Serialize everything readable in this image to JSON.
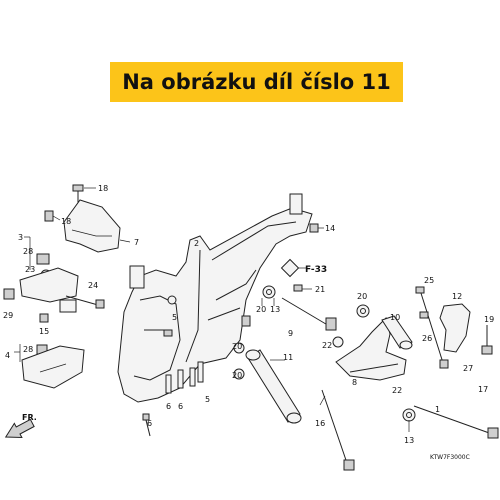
{
  "banner": {
    "text": "Na obrázku díl číslo 11",
    "bg": "#fcc419"
  },
  "callouts": [
    {
      "id": "c18a",
      "label": "18"
    },
    {
      "id": "c7",
      "label": "7"
    },
    {
      "id": "c18b",
      "label": "18"
    },
    {
      "id": "c3",
      "label": "3"
    },
    {
      "id": "c28a",
      "label": "28"
    },
    {
      "id": "c23",
      "label": "23"
    },
    {
      "id": "c24",
      "label": "24"
    },
    {
      "id": "c29",
      "label": "29"
    },
    {
      "id": "c15",
      "label": "15"
    },
    {
      "id": "c4",
      "label": "4"
    },
    {
      "id": "c28b",
      "label": "28"
    },
    {
      "id": "c2",
      "label": "2"
    },
    {
      "id": "c14",
      "label": "14"
    },
    {
      "id": "c21",
      "label": "21"
    },
    {
      "id": "c13a",
      "label": "13"
    },
    {
      "id": "c20a",
      "label": "20"
    },
    {
      "id": "c9",
      "label": "9"
    },
    {
      "id": "c22a",
      "label": "22"
    },
    {
      "id": "c20b",
      "label": "20"
    },
    {
      "id": "c10",
      "label": "10"
    },
    {
      "id": "c25",
      "label": "25"
    },
    {
      "id": "c12",
      "label": "12"
    },
    {
      "id": "c26",
      "label": "26"
    },
    {
      "id": "c19",
      "label": "19"
    },
    {
      "id": "c27",
      "label": "27"
    },
    {
      "id": "c8",
      "label": "8"
    },
    {
      "id": "c22b",
      "label": "22"
    },
    {
      "id": "c1",
      "label": "1"
    },
    {
      "id": "c17",
      "label": "17"
    },
    {
      "id": "c13b",
      "label": "13"
    },
    {
      "id": "c11",
      "label": "11"
    },
    {
      "id": "c16",
      "label": "16"
    },
    {
      "id": "c5a",
      "label": "5"
    },
    {
      "id": "c5b",
      "label": "5"
    },
    {
      "id": "c6a",
      "label": "6"
    },
    {
      "id": "c6b",
      "label": "6"
    },
    {
      "id": "c6c",
      "label": "6"
    },
    {
      "id": "c20c",
      "label": "20"
    },
    {
      "id": "c20d",
      "label": "20"
    }
  ],
  "ref_label": "F-33",
  "front_label": "FR.",
  "diagram_code": "KTW7F3000C"
}
